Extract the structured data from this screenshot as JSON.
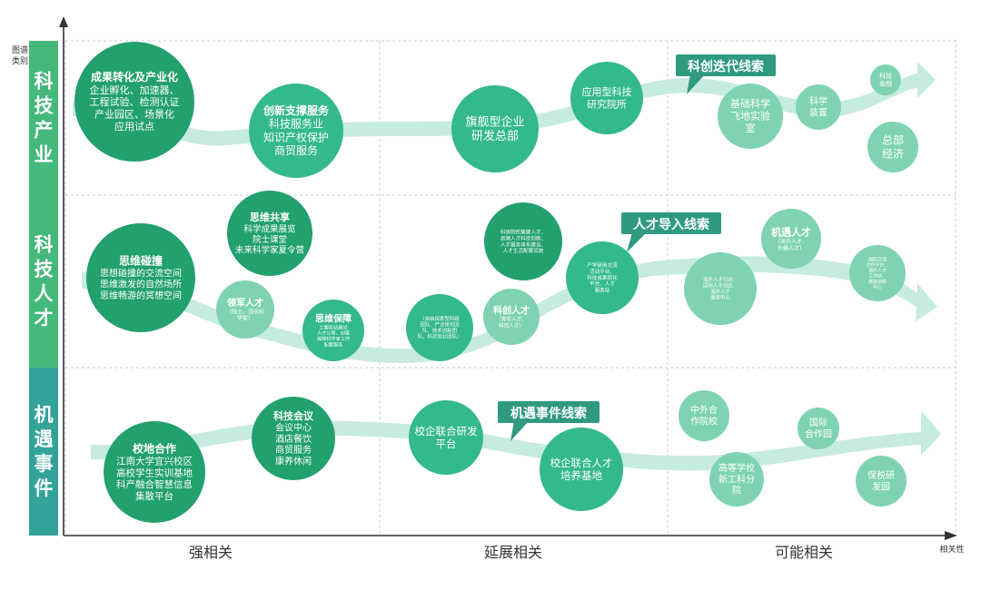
{
  "axes": {
    "y_label": [
      "图谱",
      "类别"
    ],
    "x_label": "相关性",
    "columns": [
      "强相关",
      "延展相关",
      "可能相关"
    ]
  },
  "rows": [
    {
      "label": "科技产业"
    },
    {
      "label": "科技人才"
    },
    {
      "label": "机遇事件"
    }
  ],
  "callouts": [
    "科创迭代线索",
    "人才导入线索",
    "机遇事件线索"
  ],
  "bubbles": {
    "t1": {
      "title": "成果转化及产业化",
      "lines": [
        "企业孵化、加速器、",
        "工程试验、检测认证",
        "产业园区、场景化",
        "应用试点"
      ]
    },
    "t2": {
      "title": "创新支撑服务",
      "lines": [
        "科技服务业",
        "知识产权保护",
        "商贸服务"
      ]
    },
    "t3": {
      "title": "",
      "lines": [
        "旗舰型企业",
        "研发总部"
      ]
    },
    "t4": {
      "title": "",
      "lines": [
        "应用型科技",
        "研究院所"
      ]
    },
    "t5": {
      "title": "",
      "lines": [
        "基础科学",
        "飞地实验",
        "室"
      ]
    },
    "t6": {
      "title": "",
      "lines": [
        "科学",
        "装置"
      ]
    },
    "t7": {
      "title": "",
      "lines": [
        "科技",
        "金融"
      ]
    },
    "t8": {
      "title": "",
      "lines": [
        "总部",
        "经济"
      ]
    },
    "p1": {
      "title": "思维碰撞",
      "lines": [
        "思想碰撞的交流空间",
        "思维激发的自然场所",
        "思维畅游的冥想空间"
      ]
    },
    "p2": {
      "title": "思维共享",
      "lines": [
        "科学成果展览",
        "院士课堂",
        "未来科学家夏令营"
      ]
    },
    "p3": {
      "title": "领军人才",
      "lines": [
        "（院士、顶尖科",
        "学家）"
      ]
    },
    "p4": {
      "title": "思维保障",
      "lines": [
        "士服务站建设",
        "人才公寓、创客",
        "保障科学家工作",
        "配套服务"
      ]
    },
    "p5": {
      "title": "",
      "lines": [
        "（自由探索型科研",
        "团队、产业研究团",
        "队、技术创新团",
        "队、科技创业团队）"
      ]
    },
    "p6": {
      "title": "科创人才",
      "lines": [
        "（青年人才、",
        "科创人才）"
      ]
    },
    "p7": {
      "title": "",
      "lines": [
        "科研院所集聚人才、",
        "高端人才科技创新、",
        "人才服务体系建设、",
        "人才生活配套设施"
      ]
    },
    "p8": {
      "title": "",
      "lines": [
        "产学研用交流",
        "活动平台、",
        "科技成果转化",
        "平台、人才",
        "服务站"
      ]
    },
    "p9": {
      "title": "机遇人才",
      "lines": [
        "（海外人才、",
        "外籍人才）"
      ]
    },
    "p10": {
      "title": "",
      "lines": [
        "海外人才引进、",
        "国际人才社区、",
        "海外人才",
        "服务中心"
      ]
    },
    "p11": {
      "title": "",
      "lines": [
        "国际交流",
        "合作平台、",
        "海外人才",
        "工作站、",
        "离岸创新",
        "中心"
      ]
    },
    "e1": {
      "title": "校地合作",
      "lines": [
        "江南大学宜兴校区",
        "高校学生实训基地",
        "科产融合智慧信息",
        "集散平台"
      ]
    },
    "e2": {
      "title": "科技会议",
      "lines": [
        "会议中心",
        "酒店餐饮",
        "商贸服务",
        "康养休闲"
      ]
    },
    "e3": {
      "title": "",
      "lines": [
        "校企联合研发",
        "平台"
      ]
    },
    "e4": {
      "title": "",
      "lines": [
        "校企联合人才",
        "培养基地"
      ]
    },
    "e5": {
      "title": "",
      "lines": [
        "中外合",
        "作院校"
      ]
    },
    "e6": {
      "title": "",
      "lines": [
        "高等学校",
        "新工科分",
        "院"
      ]
    },
    "e7": {
      "title": "",
      "lines": [
        "国际",
        "合作园"
      ]
    },
    "e8": {
      "title": "",
      "lines": [
        "保税研",
        "发园"
      ]
    }
  },
  "colors": {
    "band_green": "#44b97b",
    "band_teal": "#33a39a",
    "bubble_dark": "#22a06e",
    "bubble_mid": "#33b98a",
    "bubble_light": "#7fd3b2",
    "callout": "#2f9a7f",
    "stream": "#c6ebe0"
  }
}
